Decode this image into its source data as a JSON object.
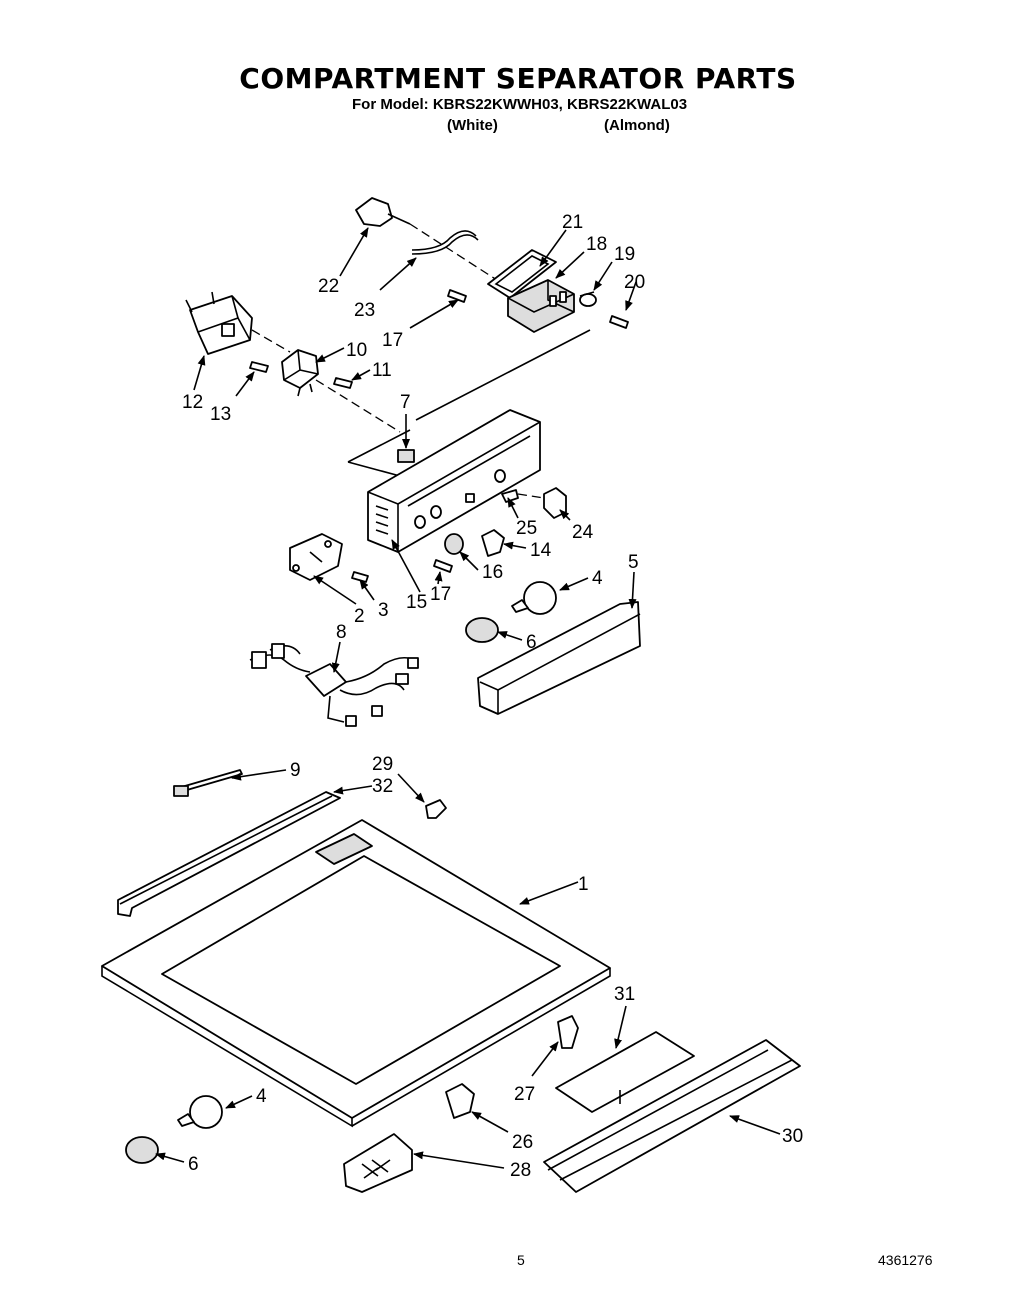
{
  "title": "COMPARTMENT SEPARATOR PARTS",
  "model_line": "For Model: KBRS22KWWH03, KBRS22KWAL03",
  "color_labels": {
    "white": "(White)",
    "almond": "(Almond)"
  },
  "page_number": "5",
  "document_number": "4361276",
  "part_callouts": [
    "1",
    "2",
    "3",
    "4",
    "4",
    "5",
    "6",
    "6",
    "7",
    "8",
    "9",
    "10",
    "11",
    "12",
    "13",
    "14",
    "15",
    "16",
    "17",
    "17",
    "18",
    "19",
    "20",
    "21",
    "22",
    "23",
    "24",
    "25",
    "26",
    "27",
    "28",
    "29",
    "30",
    "31",
    "32"
  ]
}
